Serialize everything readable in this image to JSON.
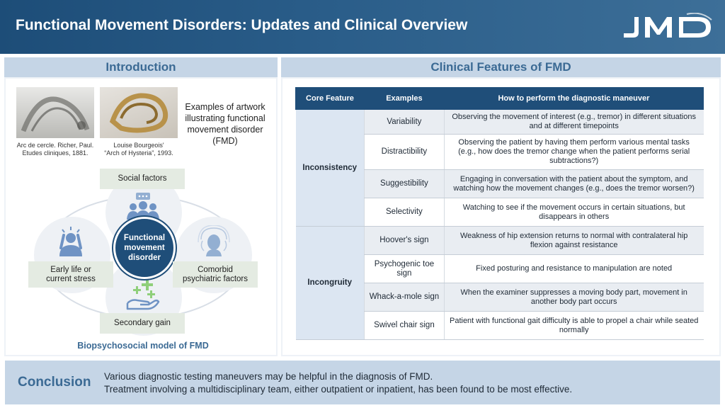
{
  "header": {
    "title": "Functional Movement Disorders: Updates and Clinical Overview",
    "logo": "JMD"
  },
  "introduction": {
    "heading": "Introduction",
    "artwork": [
      {
        "caption_line1": "Arc de cercle. Richer, Paul.",
        "caption_line2": "Etudes cliniques, 1881."
      },
      {
        "caption_line1": "Louise Bourgeois'",
        "caption_line2": "“Arch of Hysteria”, 1993."
      }
    ],
    "artwork_note": "Examples of artwork illustrating functional movement disorder (FMD)",
    "model": {
      "center": "Functional movement disorder",
      "factors": {
        "social": "Social factors",
        "early_life": "Early life or current stress",
        "comorbid": "Comorbid psychiatric factors",
        "secondary": "Secondary gain"
      },
      "title": "Biopsychosocial model of FMD"
    }
  },
  "clinical": {
    "heading": "Clinical Features of FMD",
    "columns": [
      "Core Feature",
      "Examples",
      "How to perform the diagnostic maneuver"
    ],
    "groups": [
      {
        "core": "Inconsistency",
        "rows": [
          {
            "example": "Variability",
            "how": "Observing the movement of interest (e.g., tremor) in different situations and at different timepoints"
          },
          {
            "example": "Distractibility",
            "how": "Observing the patient by having them perform various mental tasks (e.g., how does the tremor change when the patient performs serial subtractions?)"
          },
          {
            "example": "Suggestibility",
            "how": "Engaging in conversation with the patient about the symptom, and watching how the movement changes (e.g., does the tremor worsen?)"
          },
          {
            "example": "Selectivity",
            "how": "Watching to see if the movement occurs in certain situations, but disappears in others"
          }
        ]
      },
      {
        "core": "Incongruity",
        "rows": [
          {
            "example": "Hoover's sign",
            "how": "Weakness of hip extension returns to normal with contralateral hip flexion against resistance"
          },
          {
            "example": "Psychogenic toe sign",
            "how": "Fixed posturing and resistance to manipulation are noted"
          },
          {
            "example": "Whack-a-mole sign",
            "how": "When the examiner suppresses a moving body part, movement in another body part occurs"
          },
          {
            "example": "Swivel chair sign",
            "how": "Patient with functional gait difficulty is able to propel a chair while seated normally"
          }
        ]
      }
    ]
  },
  "conclusion": {
    "label": "Conclusion",
    "line1": "Various diagnostic testing maneuvers may be helpful in the diagnosis of FMD.",
    "line2": "Treatment involving a multidisciplinary team, either outpatient or inpatient, has been found to be most effective."
  },
  "colors": {
    "navy": "#1f4e79",
    "accent_text": "#3b6a94",
    "light_blue": "#c5d5e6",
    "factor_green": "#e4ebe2"
  },
  "icons": [
    "group-people-icon",
    "stressed-person-icon",
    "anxious-head-icon",
    "hand-plus-icon",
    "jmd-logo"
  ]
}
